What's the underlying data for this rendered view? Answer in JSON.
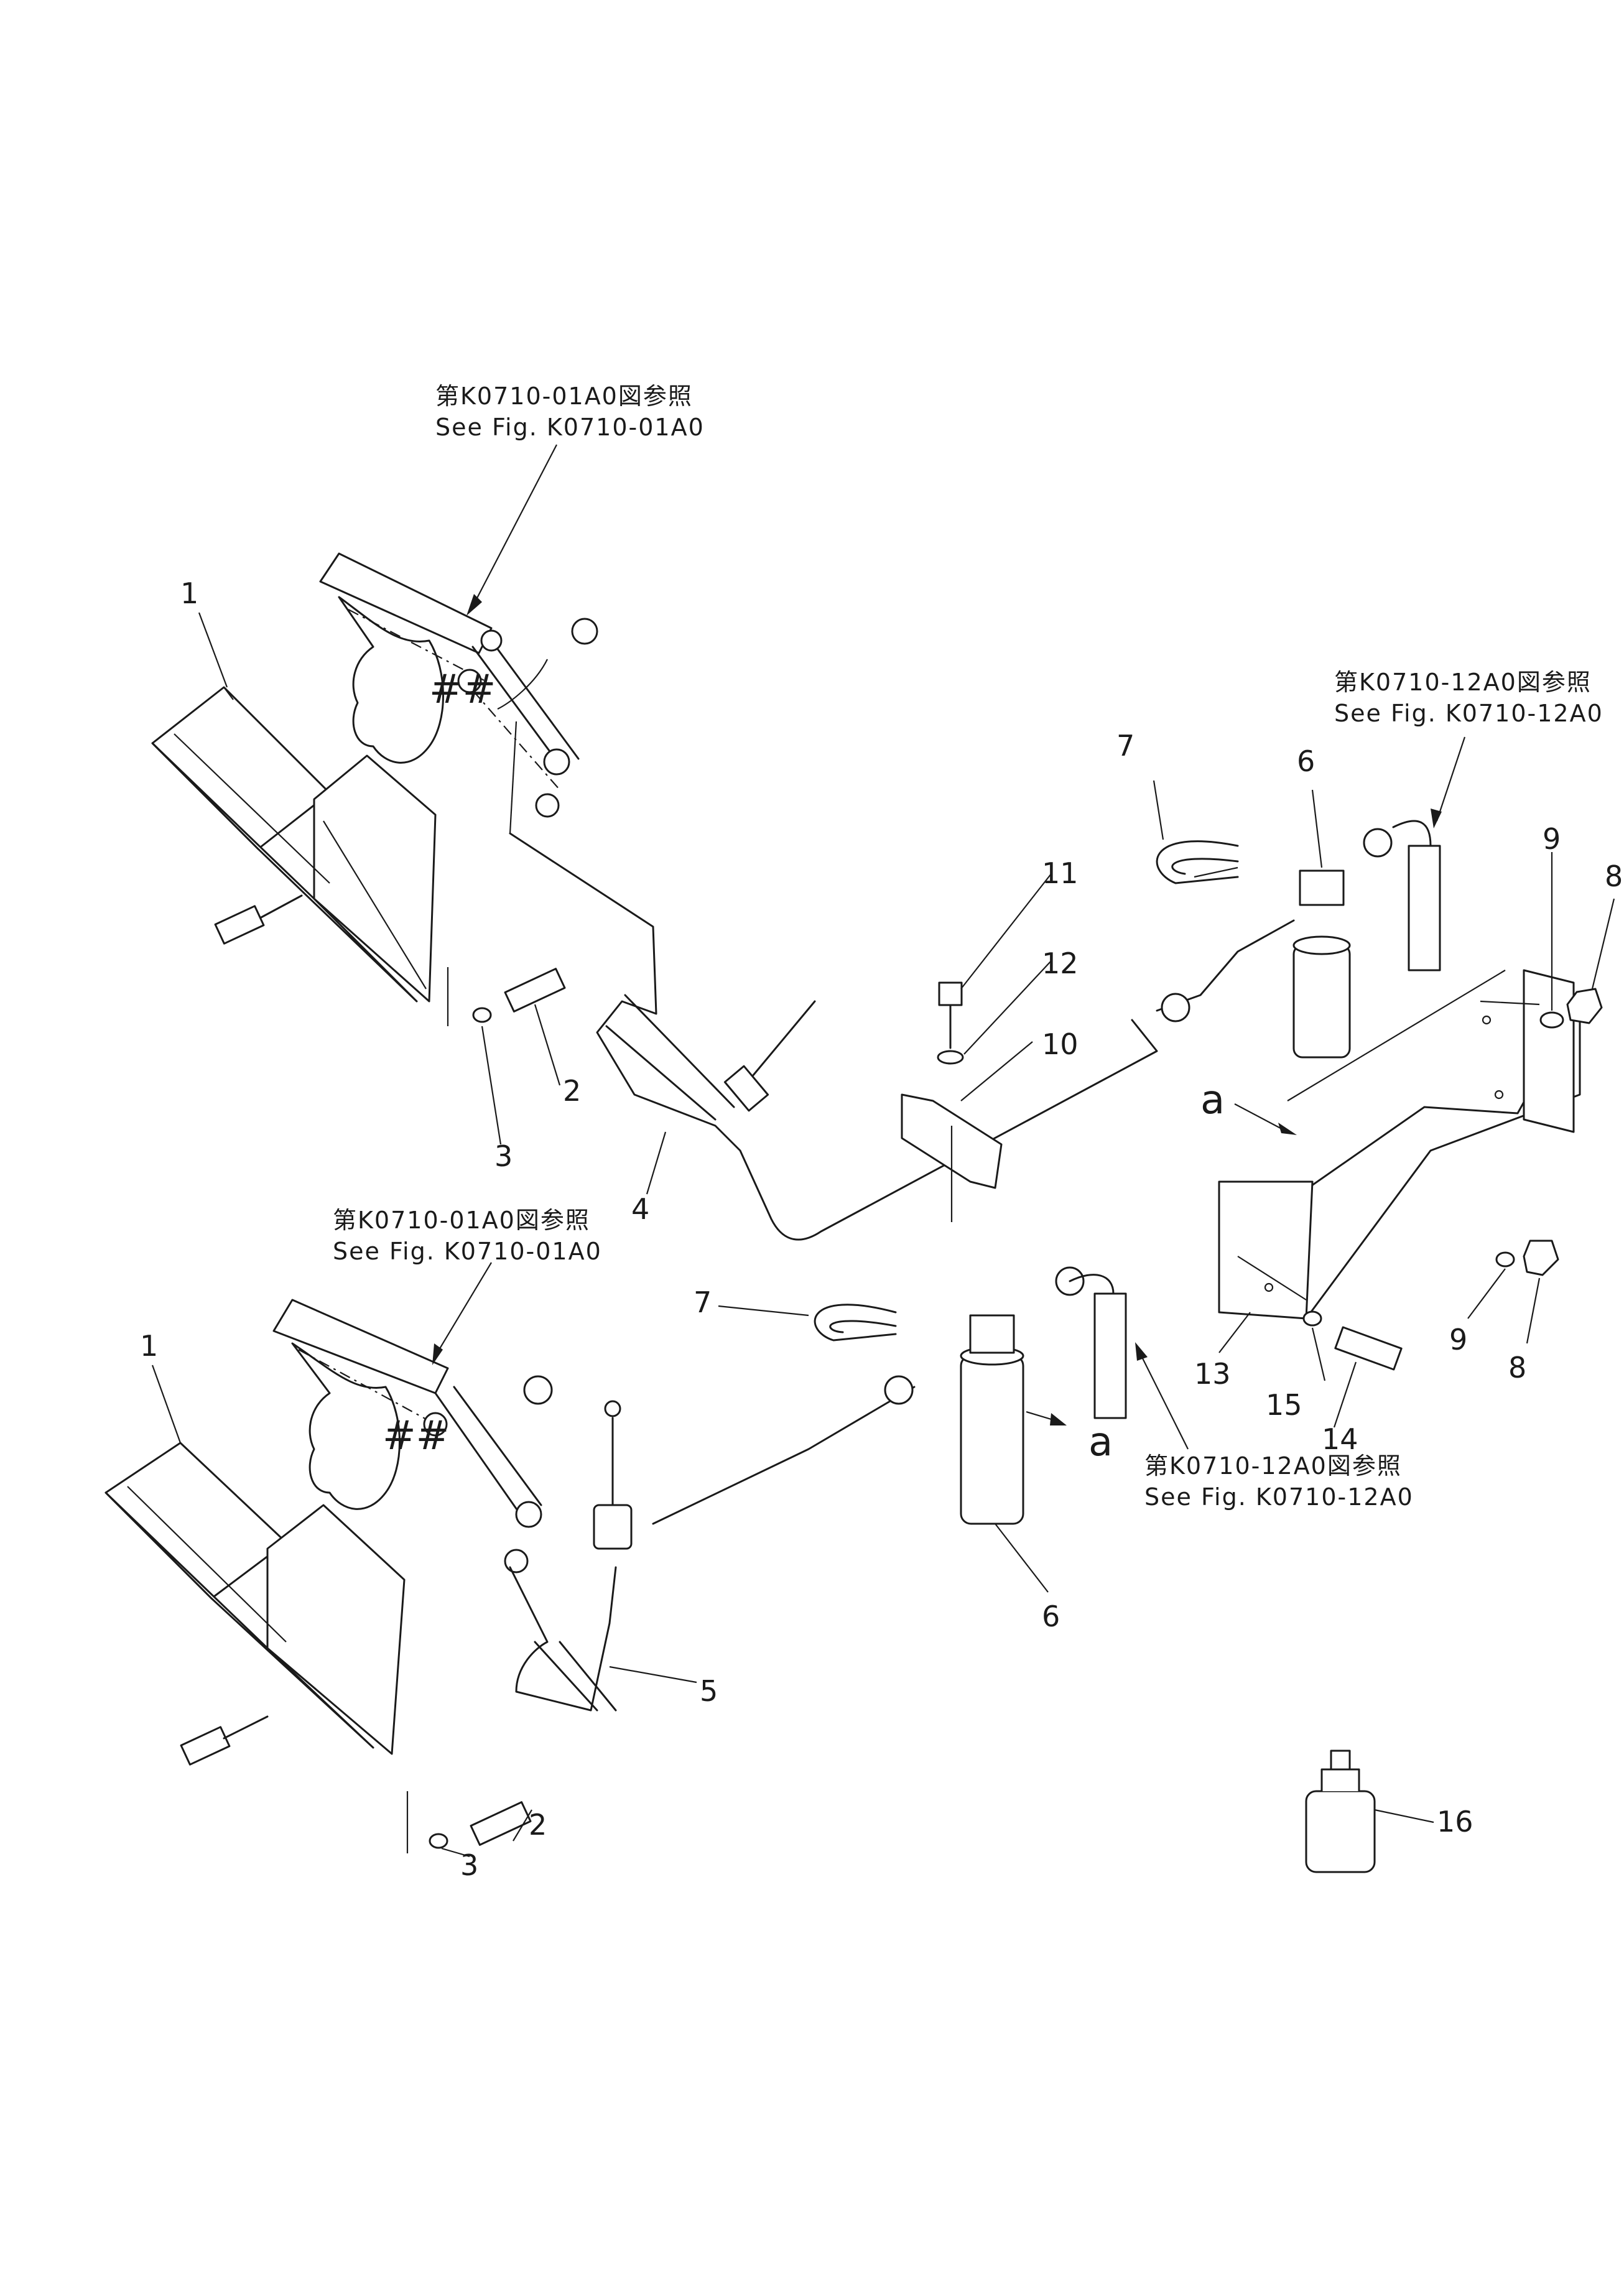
{
  "references": {
    "top_left_jp": "第K0710-01A0図参照",
    "top_left_en": "See  Fig. K0710-01A0",
    "top_right_jp": "第K0710-12A0図参照",
    "top_right_en": "See  Fig. K0710-12A0",
    "mid_left_jp": "第K0710-01A0図参照",
    "mid_left_en": "See  Fig. K0710-01A0",
    "bottom_right_jp": "第K0710-12A0図参照",
    "bottom_right_en": "See  Fig. K0710-12A0"
  },
  "part_numbers": {
    "p1_top": "1",
    "p2_top": "2",
    "p3_top": "3",
    "p4": "4",
    "p5": "5",
    "p6_top": "6",
    "p6_bottom": "6",
    "p7_top": "7",
    "p7_bottom": "7",
    "p8_top": "8",
    "p8_bottom": "8",
    "p9_top": "9",
    "p9_bottom": "9",
    "p10": "10",
    "p11": "11",
    "p12": "12",
    "p13": "13",
    "p14": "14",
    "p15": "15",
    "p16": "16",
    "p1_bottom": "1",
    "p2_bottom": "2",
    "p3_bottom": "3"
  },
  "view_marks": {
    "a_top": "a",
    "a_bottom": "a"
  }
}
